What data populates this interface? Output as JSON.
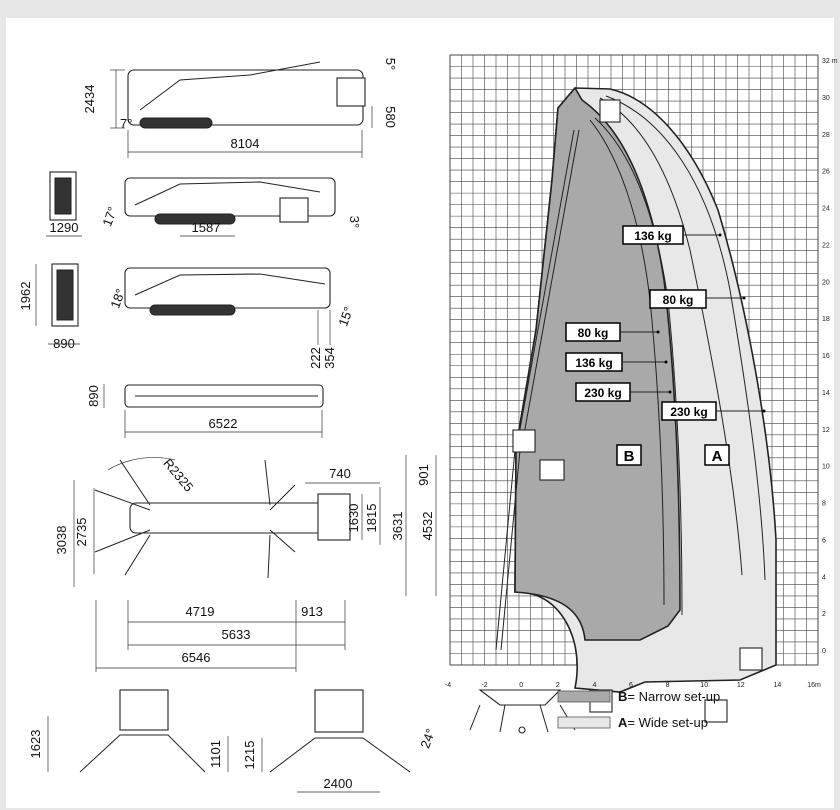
{
  "side_views": {
    "dims": {
      "height_transport": "2434",
      "length_transport": "8104",
      "basket_height": "580",
      "angle_top": "5°",
      "angle_bottom": "7°",
      "width_1": "1290",
      "dist_1": "1587",
      "angle_17": "17°",
      "angle_3": "3°",
      "height_2": "1962",
      "width_2": "890",
      "angle_18": "18°",
      "angle_15": "15°",
      "clear_222": "222",
      "clear_354": "354",
      "width_3": "890",
      "length_3": "6522"
    }
  },
  "plan_view": {
    "dims": {
      "radius": "R2325",
      "d740": "740",
      "d901": "901",
      "d3038": "3038",
      "d2735": "2735",
      "d1630": "1630",
      "d1815": "1815",
      "d3631": "3631",
      "d4532": "4532",
      "d4719": "4719",
      "d913": "913",
      "d5633": "5633",
      "d6546": "6546"
    }
  },
  "front_views": {
    "dims": {
      "d1623": "1623",
      "d1101": "1101",
      "d1215": "1215",
      "d2400": "2400",
      "angle_24": "24°"
    }
  },
  "diagram": {
    "y_ticks": [
      "0",
      "2",
      "4",
      "6",
      "8",
      "10",
      "12",
      "14",
      "16",
      "18",
      "20",
      "22",
      "24",
      "26",
      "28",
      "30",
      "32 m"
    ],
    "x_ticks": [
      "-4",
      "-2",
      "0",
      "2",
      "4",
      "6",
      "8",
      "10",
      "12",
      "14",
      "16m"
    ],
    "load_labels": {
      "a136": "136 kg",
      "a80": "80 kg",
      "a230": "230 kg",
      "b80": "80 kg",
      "b136": "136 kg",
      "b230": "230 kg"
    },
    "zone_b": "B",
    "zone_a": "A"
  },
  "legend": {
    "b_letter": "B",
    "b_text": "= Narrow set-up",
    "a_letter": "A",
    "a_text": "= Wide set-up",
    "b_color": "#a9a9a9",
    "a_color": "#e8e8e8"
  }
}
